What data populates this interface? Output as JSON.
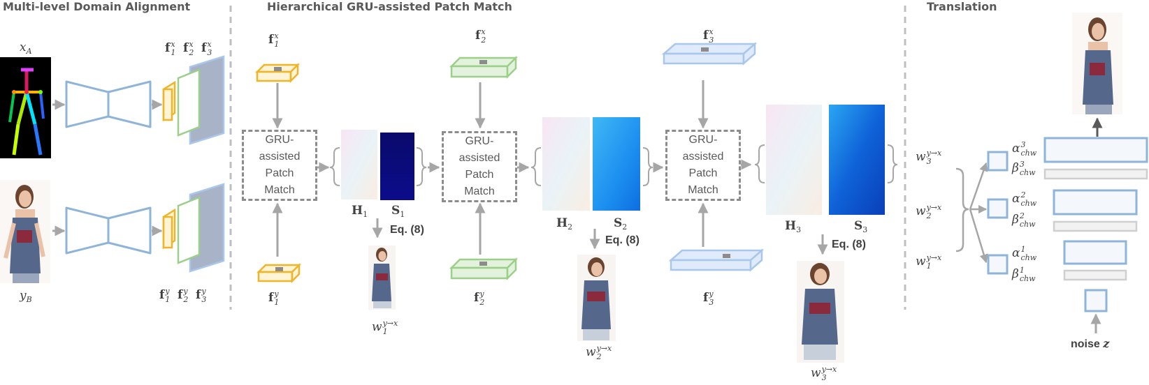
{
  "sections": {
    "left": "Multi-level Domain Alignment",
    "middle": "Hierarchical GRU-assisted Patch Match",
    "right": "Translation"
  },
  "inputs": {
    "xA": "x",
    "xA_sub": "A",
    "yB": "y",
    "yB_sub": "B"
  },
  "features": {
    "f": "f",
    "x_sup": "x",
    "y_sup": "y",
    "levels": [
      "1",
      "2",
      "3"
    ]
  },
  "gru_module": {
    "lines": [
      "GRU-",
      "assisted",
      "Patch",
      "Match"
    ]
  },
  "maps": {
    "H": "H",
    "S": "S",
    "levels": [
      "1",
      "2",
      "3"
    ]
  },
  "equation_label": "Eq. (8)",
  "warped": {
    "w": "w",
    "sup": "y→x",
    "levels": [
      "1",
      "2",
      "3"
    ]
  },
  "modulation": {
    "alpha": "α",
    "beta": "β",
    "sub": "chw",
    "levels": [
      "3",
      "2",
      "1"
    ]
  },
  "noise_label": "noise",
  "noise_symbol": "z",
  "colors": {
    "encoder": "#8fb4d9",
    "yellow": "#f0b429",
    "green": "#9ccf8a",
    "blue": "#a9c7ea",
    "arrow": "#a6a6a6",
    "dashed": "#8c8c8c",
    "divider": "#bfbfbf"
  }
}
